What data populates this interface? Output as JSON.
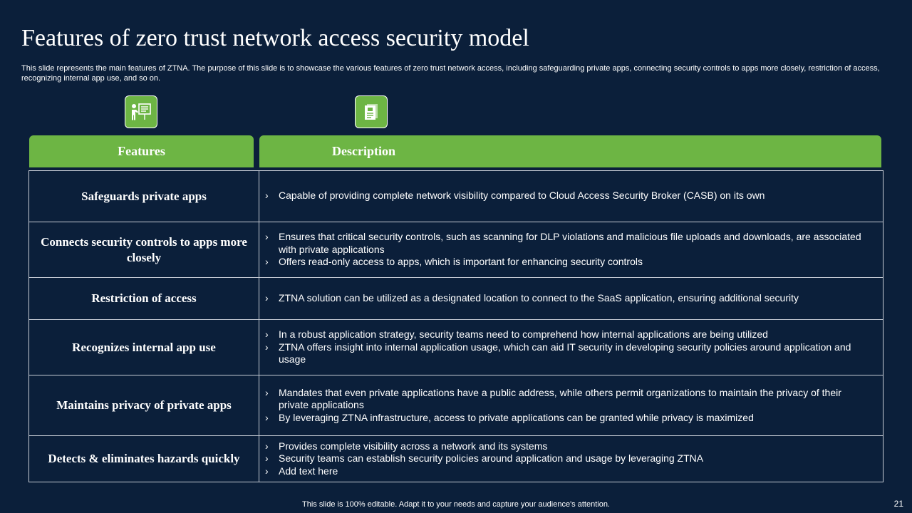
{
  "title": "Features of zero trust network access security model",
  "subtitle": "This slide represents the main features of ZTNA. The purpose of this slide is to showcase the various features of zero trust network access, including safeguarding private apps, connecting security controls to apps more closely, restriction of access, recognizing internal app use, and so on.",
  "icons": {
    "features": "presentation-board-icon",
    "description": "document-icon"
  },
  "colors": {
    "background": "#0b1f3a",
    "accent": "#6db544",
    "border": "#c6cbd4",
    "text": "#ffffff"
  },
  "table": {
    "headers": {
      "features": "Features",
      "description": "Description"
    },
    "rows": [
      {
        "feature": "Safeguards private apps",
        "bullets": [
          "Capable of providing complete network visibility compared to Cloud Access Security Broker (CASB) on its own"
        ]
      },
      {
        "feature": "Connects security controls to apps more closely",
        "bullets": [
          "Ensures that critical security controls, such as scanning for DLP violations and malicious file uploads and downloads, are associated with private applications",
          "Offers read-only access to apps, which is important for enhancing security controls"
        ]
      },
      {
        "feature": "Restriction of access",
        "bullets": [
          "ZTNA solution can be utilized as a designated location to connect to the SaaS application, ensuring additional security"
        ]
      },
      {
        "feature": "Recognizes internal app use",
        "bullets": [
          "In a robust application strategy, security teams need to comprehend how internal applications are being utilized",
          "ZTNA offers insight into internal application usage, which can aid IT security in developing security policies around application and usage"
        ]
      },
      {
        "feature": "Maintains privacy of private apps",
        "bullets": [
          "Mandates that even private applications have a public address, while others permit organizations to maintain the privacy of their private applications",
          "By leveraging ZTNA infrastructure, access to private applications can be granted while privacy is maximized"
        ]
      },
      {
        "feature": "Detects & eliminates hazards quickly",
        "bullets": [
          "Provides complete visibility across a network and its systems",
          "Security teams can establish security policies around application and usage by leveraging ZTNA",
          "Add text here"
        ]
      }
    ]
  },
  "footer": "This slide is 100% editable. Adapt it to your needs and capture your audience's attention.",
  "page_number": "21",
  "bullet_glyph": "›"
}
